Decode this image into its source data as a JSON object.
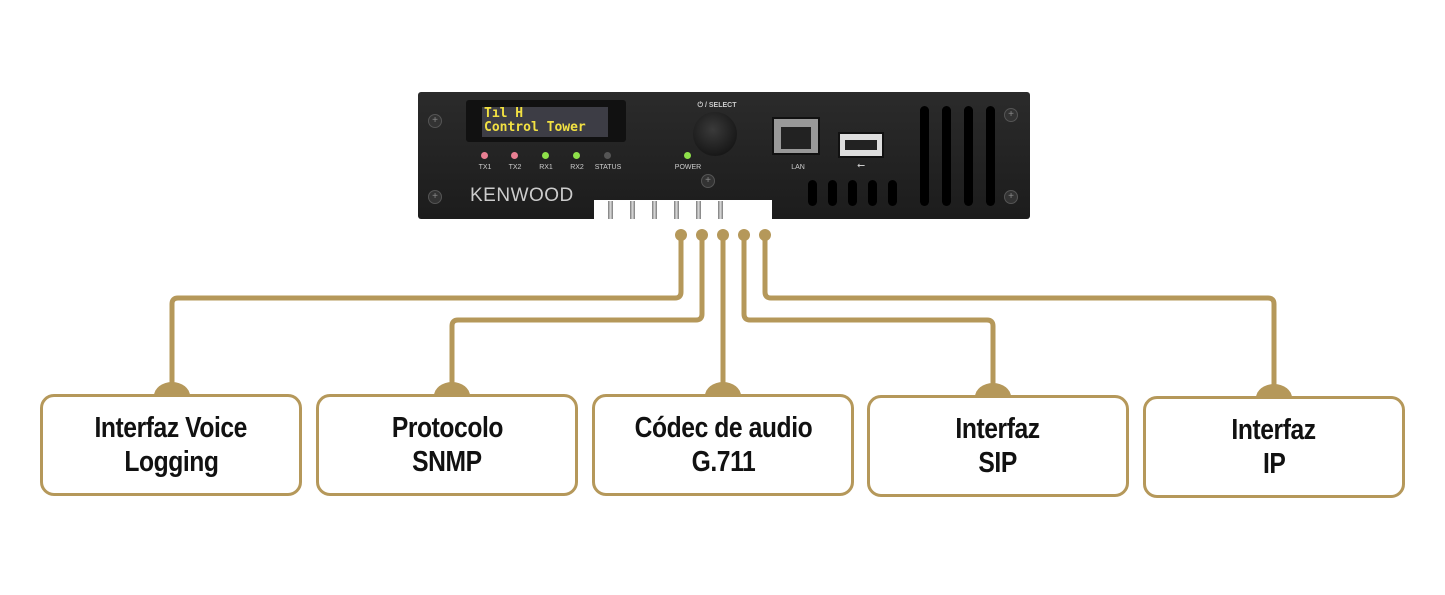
{
  "device": {
    "display_line1": "Tıl H",
    "display_line2": "Control Tower",
    "select_label": "⏻ / SELECT",
    "leds": [
      "TX1",
      "TX2",
      "RX1",
      "RX2",
      "STATUS"
    ],
    "power_label": "POWER",
    "lan_label": "LAN",
    "usb_symbol": "⭠",
    "brand": "KENWOOD"
  },
  "colors": {
    "accent": "#b5985a"
  },
  "features": [
    {
      "line1": "Interfaz Voice",
      "line2": "Logging"
    },
    {
      "line1": "Protocolo",
      "line2": "SNMP"
    },
    {
      "line1": "Códec de audio",
      "line2": "G.711"
    },
    {
      "line1": "Interfaz",
      "line2": "SIP"
    },
    {
      "line1": "Interfaz",
      "line2": "IP"
    }
  ]
}
